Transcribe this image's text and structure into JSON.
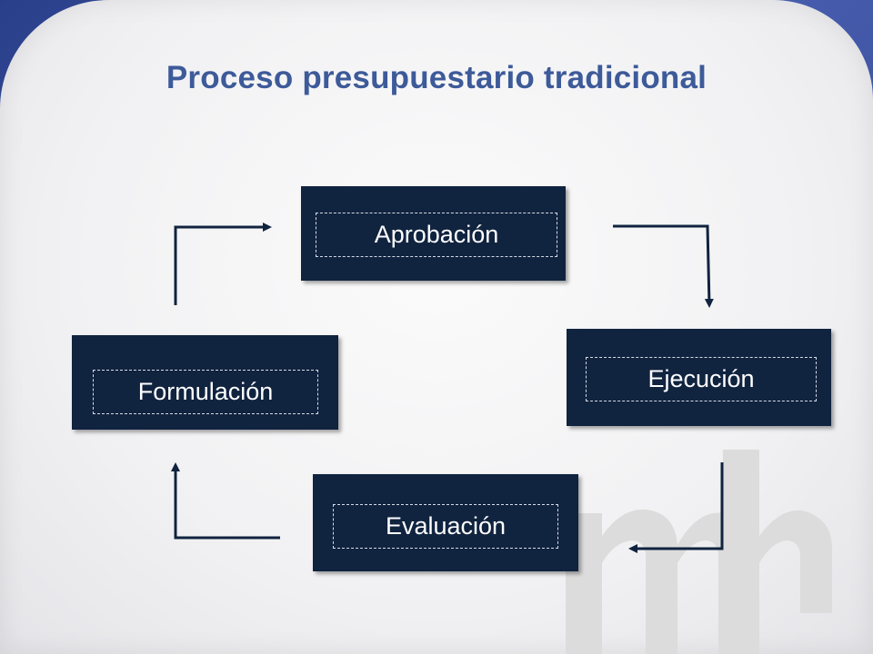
{
  "title": "Proceso presupuestario tradicional",
  "watermark_text": "mh",
  "nodes": {
    "aprobacion": "Aprobación",
    "ejecucion": "Ejecución",
    "formulacion": "Formulación",
    "evaluacion": "Evaluación"
  },
  "colors": {
    "title": "#3d5a99",
    "box_fill": "#10233f",
    "box_text": "#ffffff",
    "arrow": "#10233f",
    "frame": "#3a50a0"
  }
}
